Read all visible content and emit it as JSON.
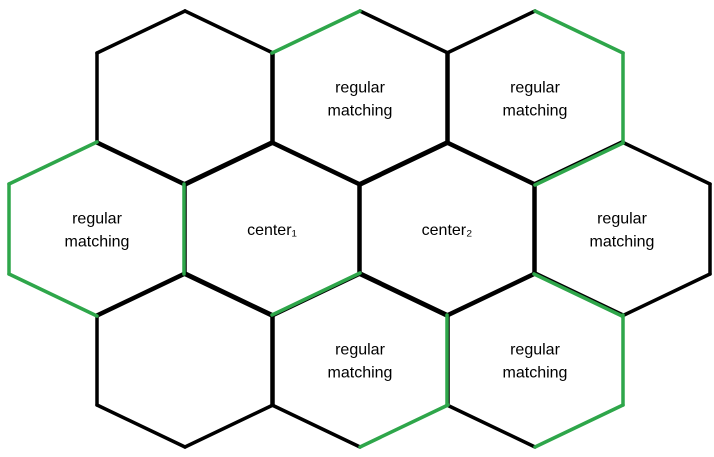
{
  "colors": {
    "background": "#ffffff",
    "edge_black": "#000000",
    "edge_green": "#2ea64a",
    "text": "#000000"
  },
  "cells": [
    {
      "id": "hex-top-left",
      "lines": []
    },
    {
      "id": "hex-top-mid",
      "lines": [
        "regular",
        "matching"
      ]
    },
    {
      "id": "hex-top-right",
      "lines": [
        "regular",
        "matching"
      ]
    },
    {
      "id": "hex-mid-left",
      "lines": [
        "regular",
        "matching"
      ]
    },
    {
      "id": "hex-center-1",
      "lines": [
        "center₁"
      ]
    },
    {
      "id": "hex-center-2",
      "lines": [
        "center₂"
      ]
    },
    {
      "id": "hex-mid-right",
      "lines": [
        "regular",
        "matching"
      ]
    },
    {
      "id": "hex-bottom-left",
      "lines": []
    },
    {
      "id": "hex-bottom-mid",
      "lines": [
        "regular",
        "matching"
      ]
    },
    {
      "id": "hex-bottom-right",
      "lines": [
        "regular",
        "matching"
      ]
    }
  ]
}
